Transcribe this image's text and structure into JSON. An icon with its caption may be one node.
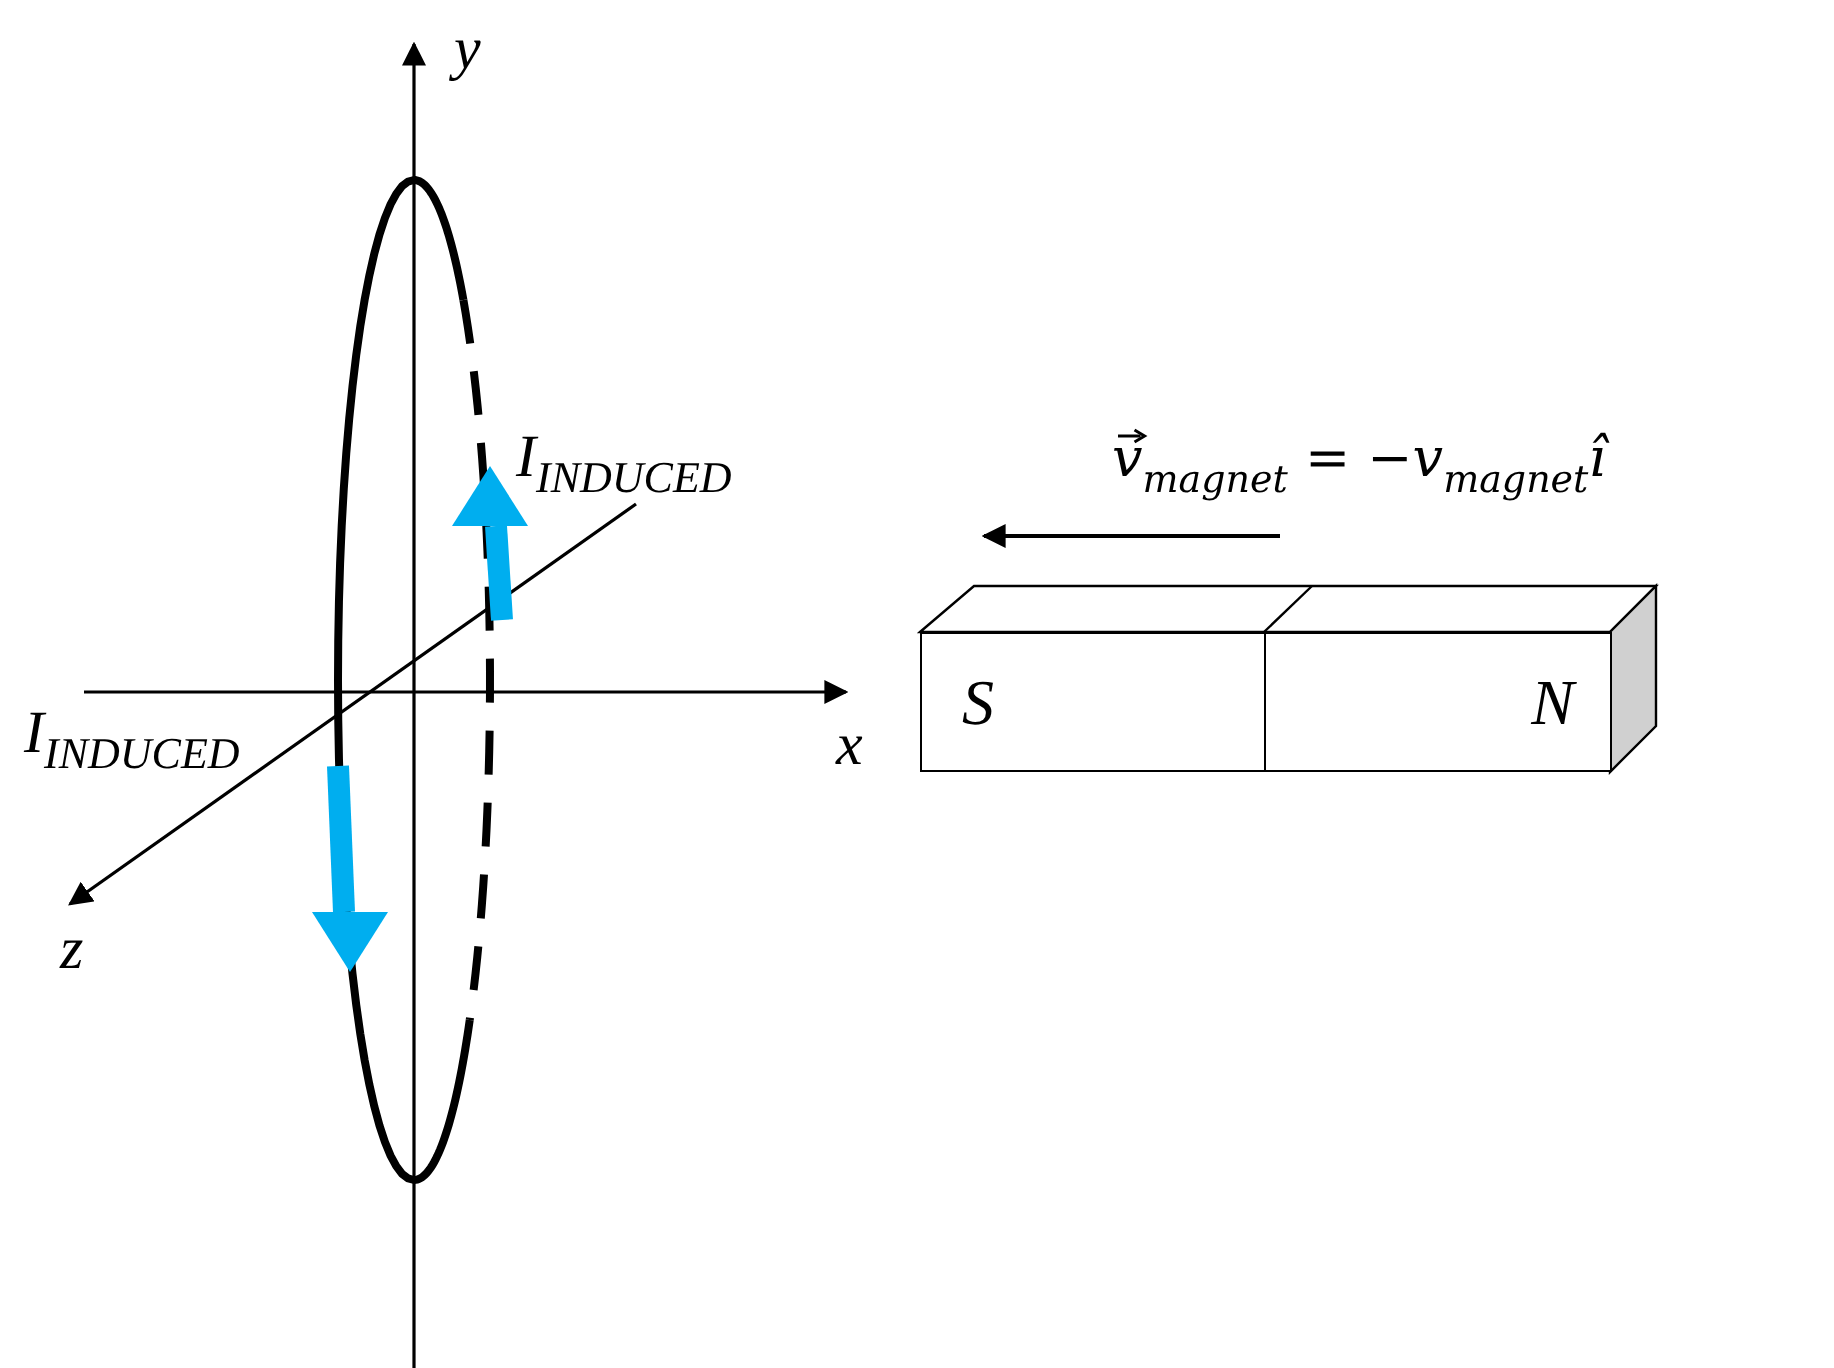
{
  "diagram": {
    "nodes": [
      {
        "text": [
          "S"
        ]
      },
      {
        "text": [
          "N"
        ]
      }
    ],
    "labels": [
      "y",
      "I$_{INDUCED}$",
      "v$_{magnet}$ = −v$_{magnet}$ı̂",
      "I$_{INDUCED}$",
      "x",
      "z"
    ]
  }
}
